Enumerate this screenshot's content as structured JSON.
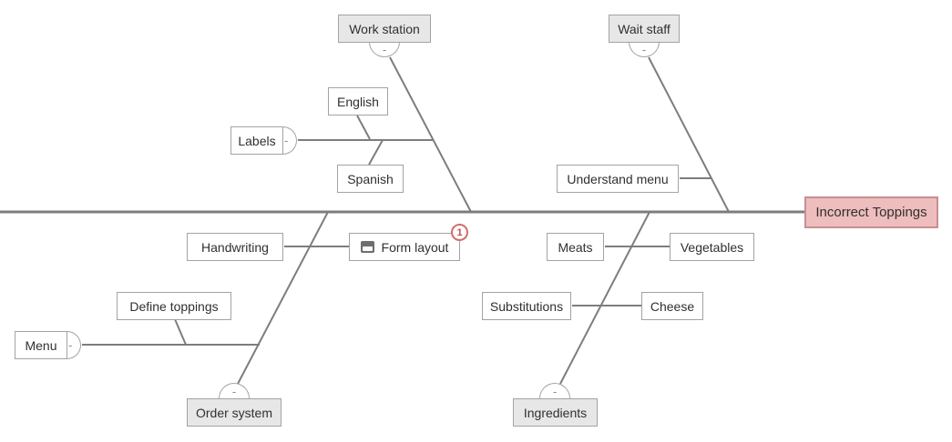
{
  "diagram": {
    "type": "fishbone",
    "collapse_glyph": "-",
    "colors": {
      "line": "#7d7d7d",
      "node_border": "#a3a3a3",
      "branch_node_fill": "#e7e7e7",
      "effect_fill": "#eebdbd",
      "effect_border": "#c88f8f",
      "badge_color": "#c0504d"
    },
    "effect": {
      "label": "Incorrect Toppings"
    },
    "branches": [
      {
        "id": "work-station",
        "label": "Work station",
        "side": "top",
        "subcauses": [
          {
            "id": "labels",
            "label": "Labels",
            "collapsible": true,
            "subcauses": [
              {
                "id": "english",
                "label": "English"
              },
              {
                "id": "spanish",
                "label": "Spanish"
              }
            ]
          }
        ]
      },
      {
        "id": "wait-staff",
        "label": "Wait staff",
        "side": "top",
        "subcauses": [
          {
            "id": "understand-menu",
            "label": "Understand menu"
          }
        ]
      },
      {
        "id": "order-system",
        "label": "Order system",
        "side": "bottom",
        "subcauses": [
          {
            "id": "handwriting",
            "label": "Handwriting"
          },
          {
            "id": "form-layout",
            "label": "Form layout",
            "icon": "note-icon",
            "badge": "1"
          },
          {
            "id": "menu",
            "label": "Menu",
            "collapsible": true,
            "subcauses": [
              {
                "id": "define-toppings",
                "label": "Define toppings"
              }
            ]
          }
        ]
      },
      {
        "id": "ingredients",
        "label": "Ingredients",
        "side": "bottom",
        "subcauses": [
          {
            "id": "meats",
            "label": "Meats"
          },
          {
            "id": "vegetables",
            "label": "Vegetables"
          },
          {
            "id": "substitutions",
            "label": "Substitutions"
          },
          {
            "id": "cheese",
            "label": "Cheese"
          }
        ]
      }
    ]
  }
}
